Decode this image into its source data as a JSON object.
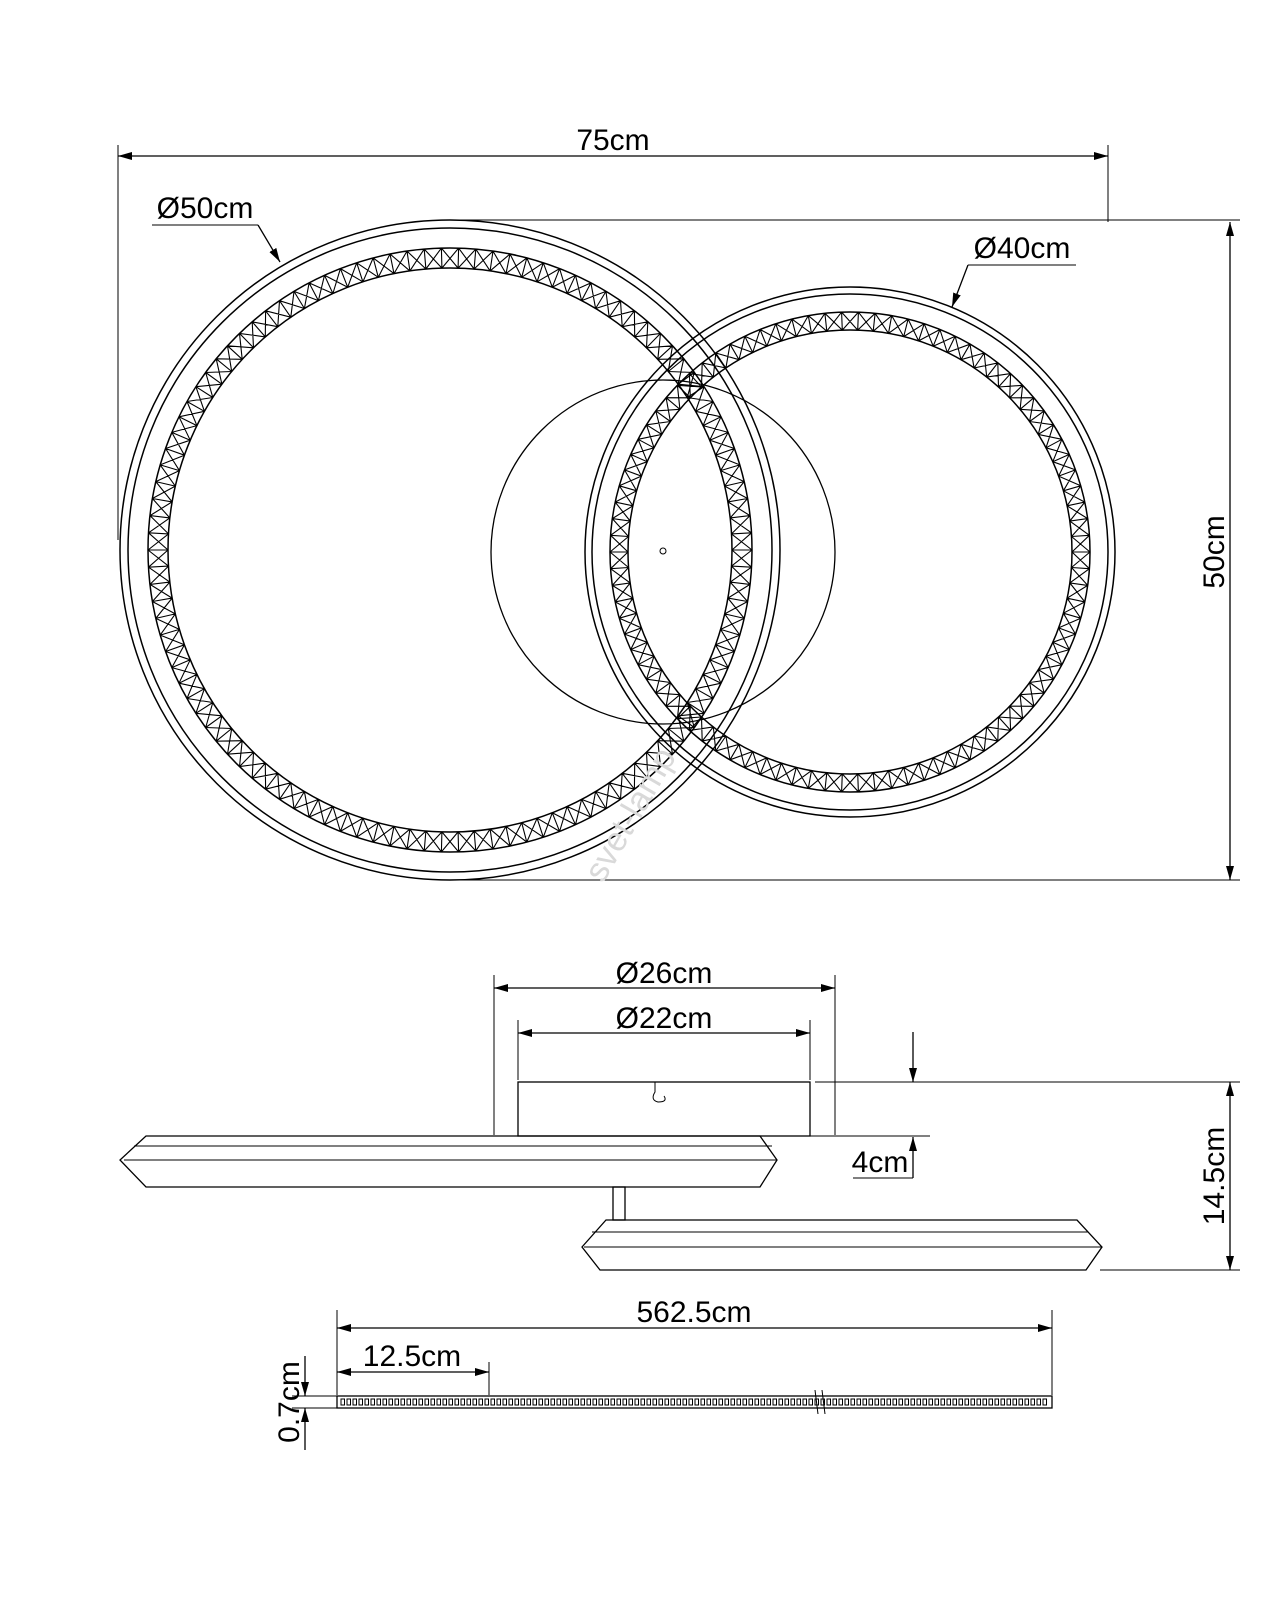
{
  "dimensions": {
    "overall_width": "75cm",
    "overall_height": "50cm",
    "large_ring_diameter": "Ø50cm",
    "small_ring_diameter": "Ø40cm",
    "canopy_outer_diameter": "Ø26cm",
    "canopy_inner_diameter": "Ø22cm",
    "ring_thickness": "4cm",
    "total_height": "14.5cm",
    "strip_length": "562.5cm",
    "strip_segment": "12.5cm",
    "strip_height": "0.7cm"
  },
  "watermark": "svet-lamp",
  "colors": {
    "line": "#000000",
    "background": "#ffffff",
    "watermark": "#d9d9d9"
  }
}
